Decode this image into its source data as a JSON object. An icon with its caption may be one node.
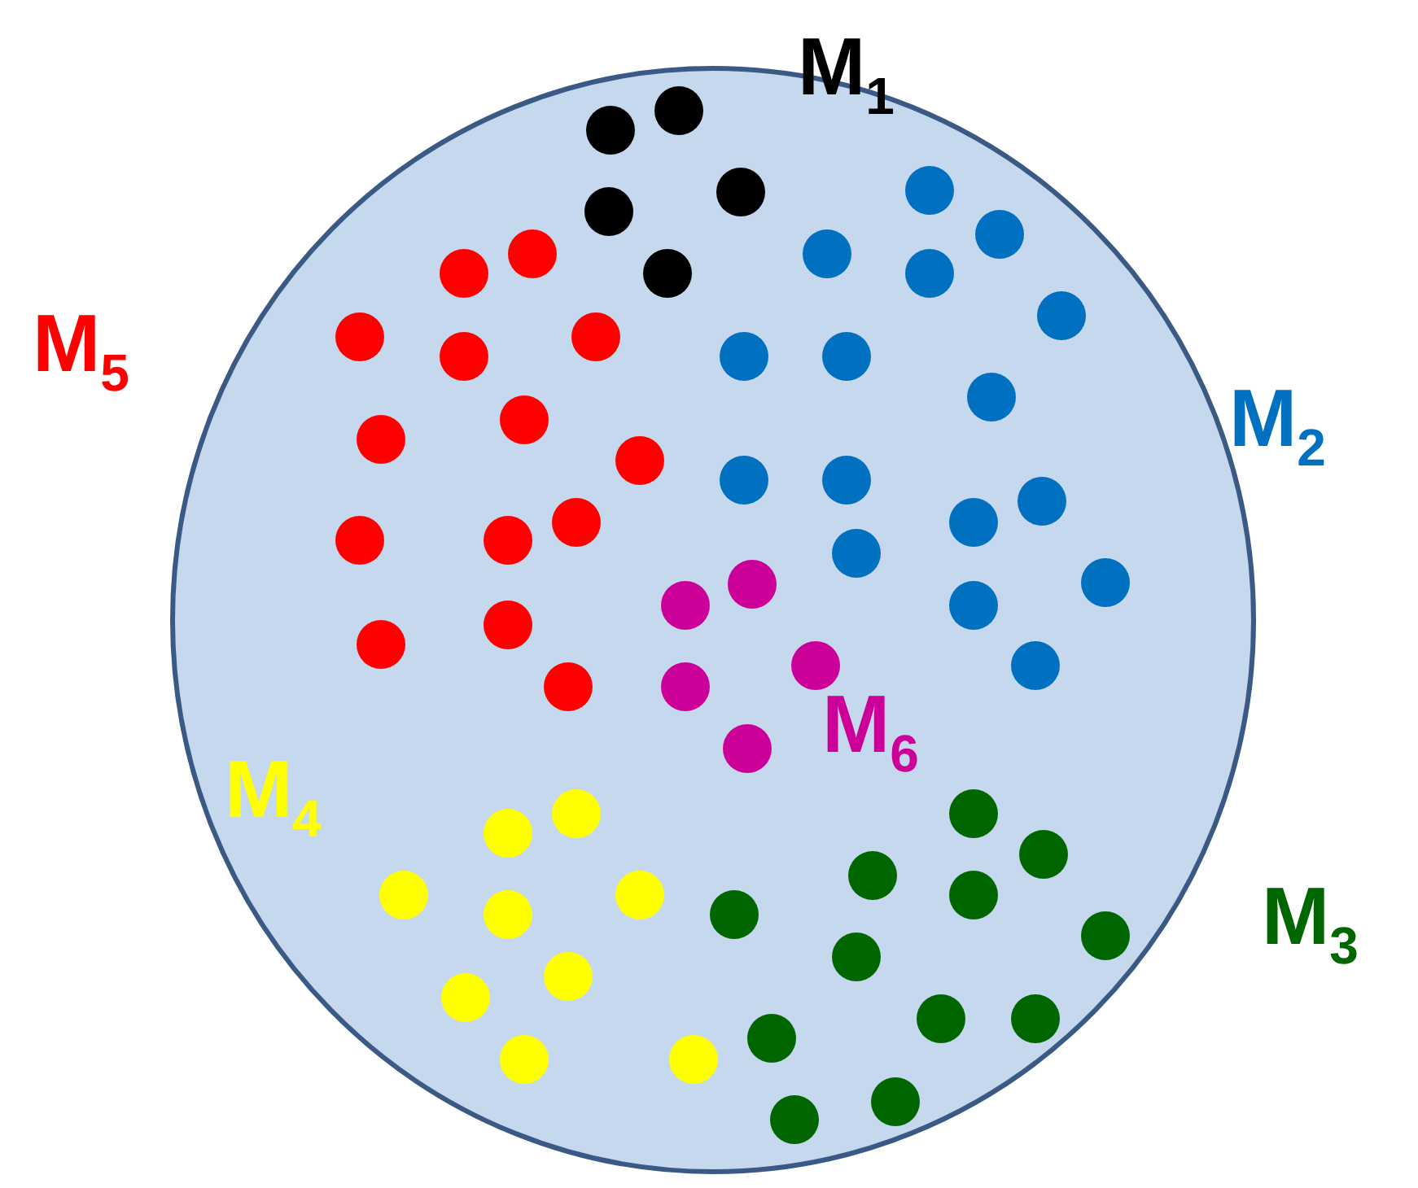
{
  "diagram": {
    "labels": [
      "M$_{1}$",
      "M$_{5}$",
      "M$_{2}$",
      "M$_{6}$",
      "M$_{4}$",
      "M$_{3}$"
    ]
  }
}
